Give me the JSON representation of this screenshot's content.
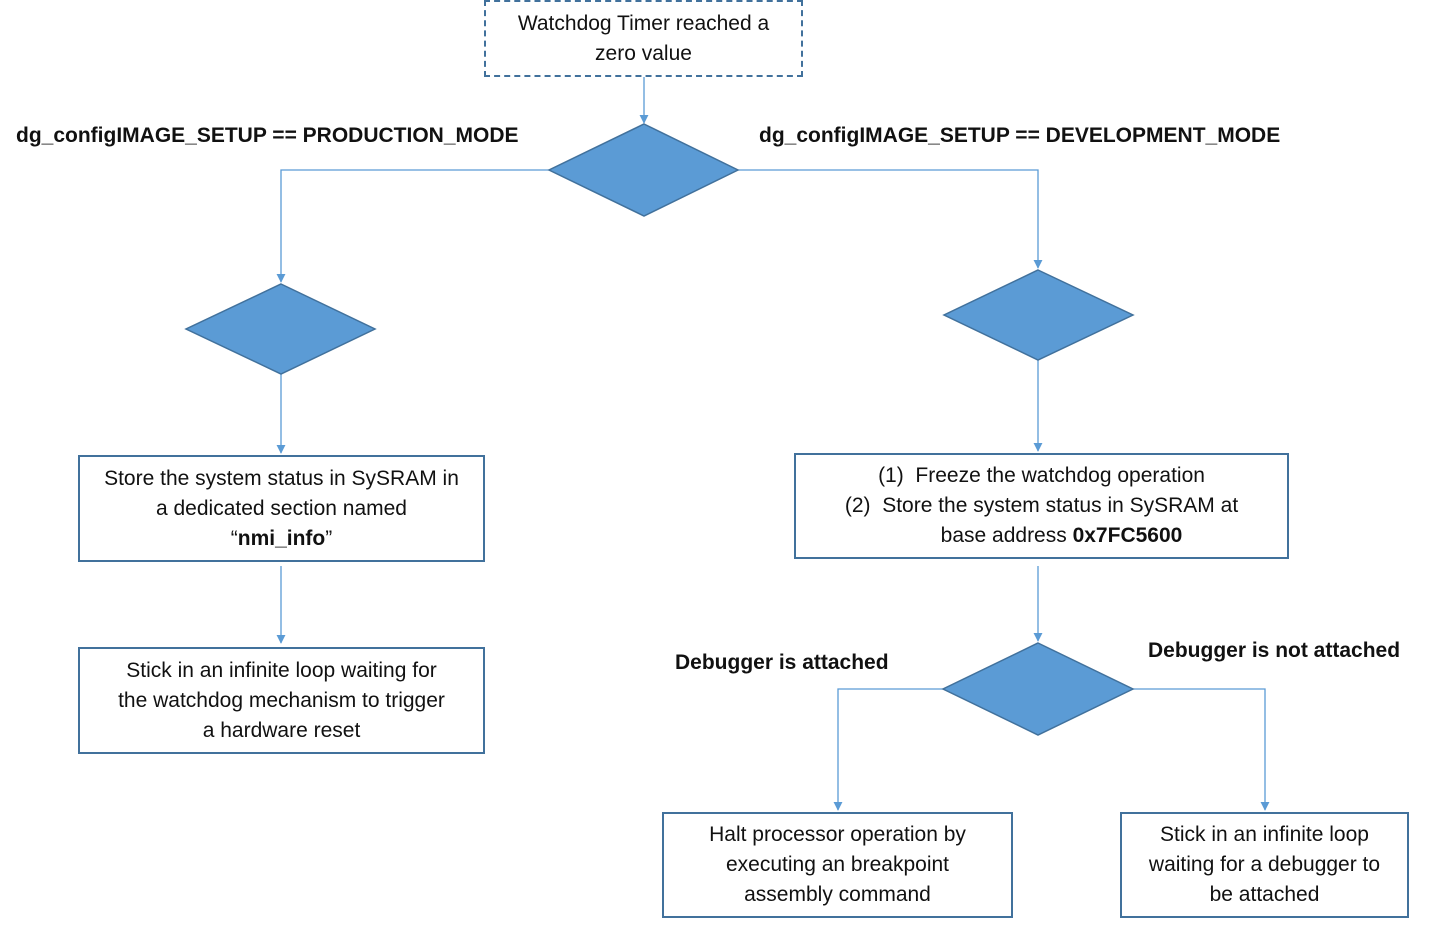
{
  "start_box": {
    "text": "Watchdog Timer reached a zero value"
  },
  "branch_labels": {
    "production": "dg_configIMAGE_SETUP == PRODUCTION_MODE",
    "development": "dg_configIMAGE_SETUP == DEVELOPMENT_MODE",
    "debugger_attached": "Debugger is attached",
    "debugger_not_attached": "Debugger is not attached"
  },
  "production_store_box": {
    "line1": "Store the system status in SySRAM in",
    "line2": "a dedicated section named",
    "quote_open": "“",
    "section_name": "nmi_info",
    "quote_close": "”"
  },
  "production_loop_box": {
    "line1": "Stick in an infinite loop waiting for",
    "line2": "the watchdog mechanism to trigger",
    "line3": "a hardware reset"
  },
  "development_box": {
    "item1_num": "(1)",
    "item1_text": "Freeze the watchdog operation",
    "item2_num": "(2)",
    "item2_text": "Store the system status in SySRAM at",
    "item2_cont": "base address ",
    "address": "0x7FC5600"
  },
  "halt_box": {
    "line1": "Halt processor operation by",
    "line2": "executing an breakpoint",
    "line3": "assembly command"
  },
  "wait_debugger_box": {
    "line1": "Stick in an infinite loop",
    "line2": "waiting for a debugger to",
    "line3": "be attached"
  },
  "colors": {
    "diamond_fill": "#5b9bd5",
    "diamond_stroke": "#41719c",
    "connector": "#5b9bd5",
    "box_border": "#41719c"
  }
}
